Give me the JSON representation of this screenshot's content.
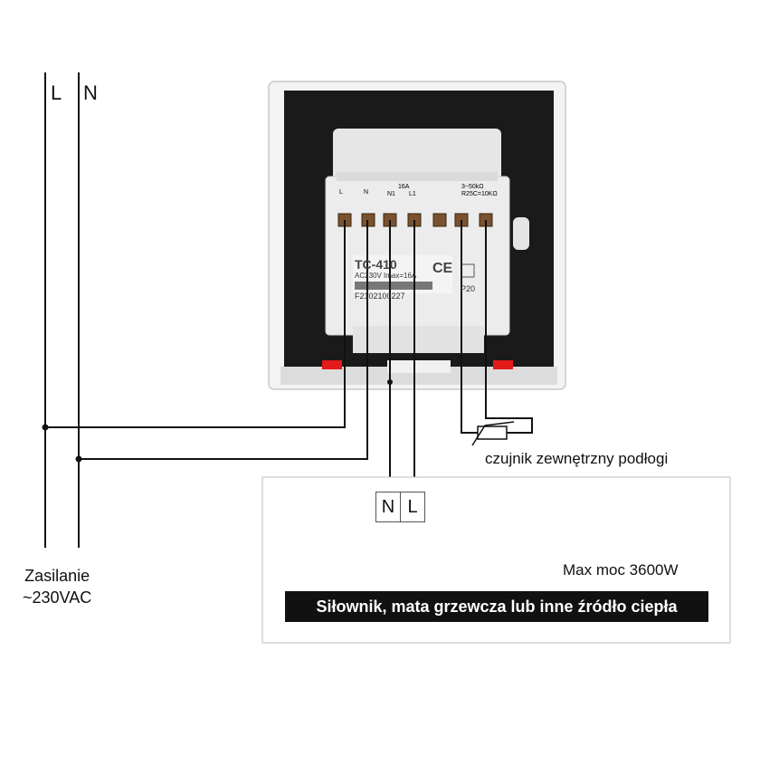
{
  "rails": {
    "L": "L",
    "N": "N"
  },
  "supply": {
    "line1": "Zasilanie",
    "line2": "~230VAC"
  },
  "device": {
    "model": "TC-410",
    "rating": "AC230V Imax=16A",
    "serial": "F2102100227",
    "ip_code": "P20",
    "ce_mark": "CE",
    "terminal_labels": {
      "L": "L",
      "N": "N",
      "current": "16A",
      "N1": "N1",
      "L1": "L1",
      "sensor_range": "3~50kΩ",
      "sensor_type": "R25C=10KΩ"
    }
  },
  "sensor": {
    "label": "czujnik zewnętrzny podłogi"
  },
  "load": {
    "terminal_N": "N",
    "terminal_L": "L",
    "max_power": "Max moc 3600W",
    "title": "Siłownik, mata grzewcza lub inne źródło ciepła"
  },
  "colors": {
    "line": "#111111",
    "frame_dark": "#1a1a1a",
    "module": "#e8e8e8",
    "terminal": "#7a5230",
    "indicator": "#e31b1b"
  }
}
